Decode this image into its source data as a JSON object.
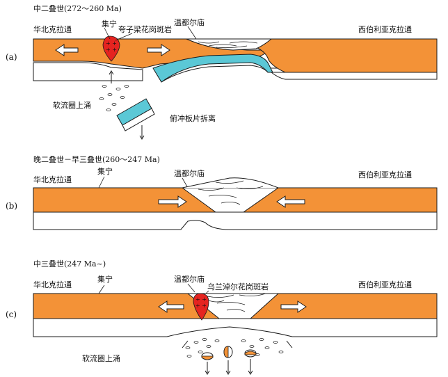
{
  "colors": {
    "crust": "#F39237",
    "slab": "#5BC8D6",
    "pluton": "#E52420",
    "line": "#1a1a1a",
    "arrow_fill": "#ffffff"
  },
  "panels": [
    {
      "id": "a",
      "label": "(a)",
      "title": "中二叠世(272～260 Ma)",
      "left_craton": "华北克拉通",
      "right_craton": "西伯利亚克拉通",
      "site_jining": "集宁",
      "site_wendu": "温都尔庙",
      "pluton_name": "夸子梁花岗斑岩",
      "upwelling": "软流圈上涌",
      "slab_note": "俯冲板片拆离"
    },
    {
      "id": "b",
      "label": "(b)",
      "title": "晚二叠世－早三叠世(260～247 Ma)",
      "left_craton": "华北克拉通",
      "right_craton": "西伯利亚克拉通",
      "site_jining": "集宁",
      "site_wendu": "温都尔庙"
    },
    {
      "id": "c",
      "label": "(c)",
      "title": "中三叠世(247 Ma~)",
      "left_craton": "华北克拉通",
      "right_craton": "西伯利亚克拉通",
      "site_jining": "集宁",
      "site_wendu": "温都尔庙",
      "pluton_name": "乌兰淖尔花岗斑岩",
      "upwelling": "软流圈上涌"
    }
  ],
  "icons": {
    "pluton_marker": "plus-sign",
    "extension_arrow": "hollow-block-arrow",
    "sinking_arrow": "down-arrow"
  }
}
